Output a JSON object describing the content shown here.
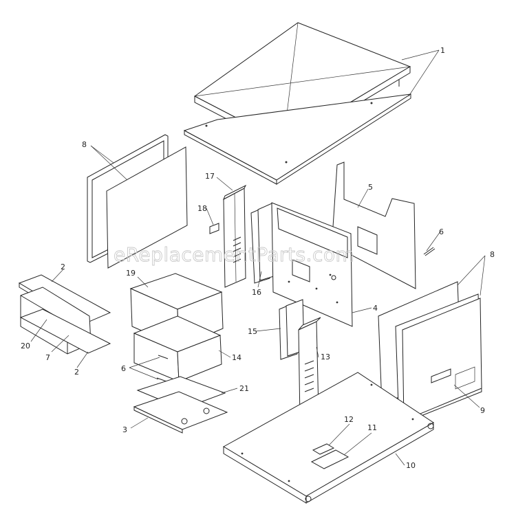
{
  "watermark": "eReplacementParts.com",
  "callouts": {
    "c1": "1",
    "c2a": "2",
    "c2b": "2",
    "c3": "3",
    "c4": "4",
    "c5": "5",
    "c6a": "6",
    "c6b": "6",
    "c7": "7",
    "c8a": "8",
    "c8b": "8",
    "c9": "9",
    "c10": "10",
    "c11": "11",
    "c12": "12",
    "c13": "13",
    "c14": "14",
    "c15": "15",
    "c16": "16",
    "c17": "17",
    "c18": "18",
    "c19": "19",
    "c20": "20",
    "c21": "21"
  }
}
